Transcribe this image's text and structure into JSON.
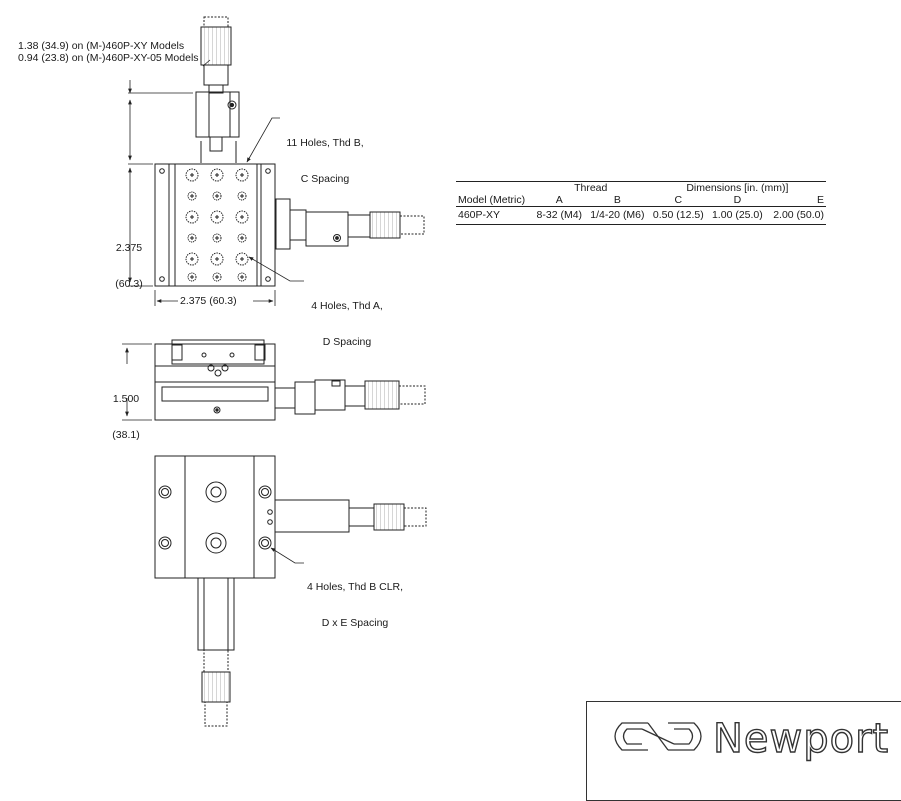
{
  "notes": {
    "note_xy": "1.38 (34.9) on (M-)460P-XY Models",
    "note_xy05": "0.94 (23.8) on (M-)460P-XY-05 Models",
    "holes_11_l1": "11 Holes, Thd B,",
    "holes_11_l2": "C Spacing",
    "holes_4a_l1": "4 Holes, Thd A,",
    "holes_4a_l2": "D Spacing",
    "holes_4b_l1": "4 Holes, Thd B CLR,",
    "holes_4b_l2": "D x E Spacing"
  },
  "dims": {
    "height_in": "2.375",
    "height_mm": "(60.3)",
    "width": "2.375 (60.3)",
    "side_in": "1.500",
    "side_mm": "(38.1)"
  },
  "table": {
    "thread_group": "Thread",
    "dims_group": "Dimensions [in. (mm)]",
    "col_model": "Model (Metric)",
    "col_a": "A",
    "col_b": "B",
    "col_c": "C",
    "col_d": "D",
    "col_e": "E",
    "row": {
      "model": "460P-XY",
      "a": "8-32 (M4)",
      "b": "1/4-20 (M6)",
      "c": "0.50 (12.5)",
      "d": "1.00 (25.0)",
      "e": "2.00 (50.0)"
    }
  },
  "brand": {
    "name": "Newport"
  }
}
